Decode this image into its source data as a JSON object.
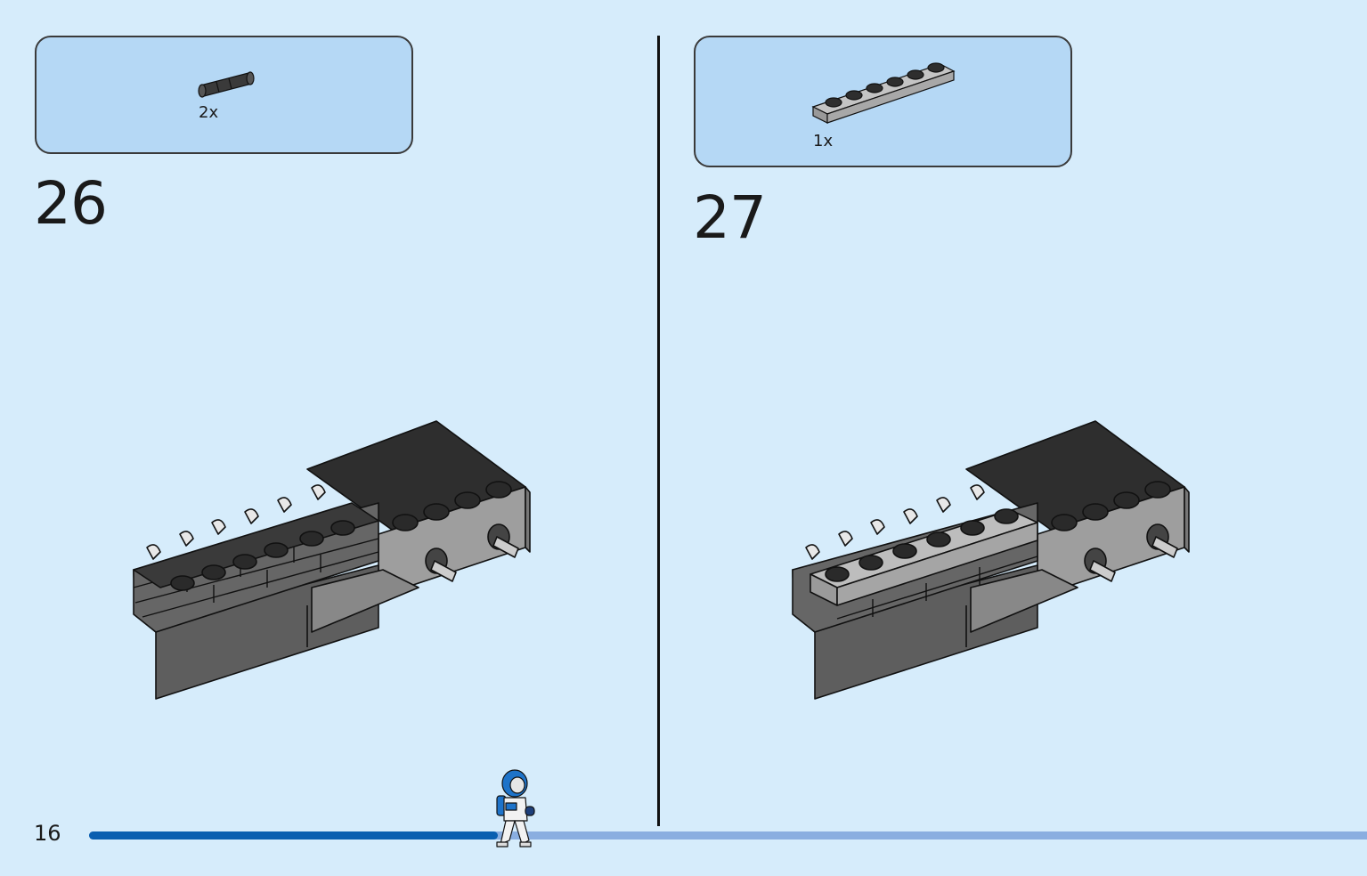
{
  "page": {
    "number": "16",
    "progress_fraction": 0.32
  },
  "steps": [
    {
      "number": "26",
      "parts": [
        {
          "part": "black-pin-connector",
          "quantity": "2x"
        }
      ]
    },
    {
      "number": "27",
      "parts": [
        {
          "part": "grey-1x6-plate",
          "quantity": "1x"
        }
      ]
    }
  ],
  "colors": {
    "background": "#d6ecfb",
    "callout": "#b5d8f5",
    "brick_black": "#2f2f2f",
    "brick_grey": "#9b9b9b",
    "progress_fill": "#0a5fb0",
    "progress_track": "#8aaee0"
  }
}
